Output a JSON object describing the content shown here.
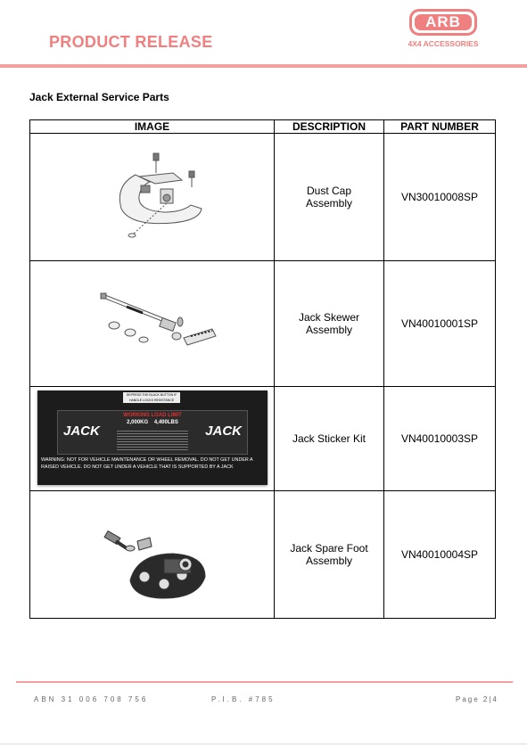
{
  "header": {
    "title": "PRODUCT RELEASE",
    "logo_text": "ARB",
    "logo_subtext": "4X4 ACCESSORIES",
    "accent_color": "#f08080"
  },
  "section_title": "Jack External Service Parts",
  "table": {
    "columns": [
      "IMAGE",
      "DESCRIPTION",
      "PART NUMBER"
    ],
    "rows": [
      {
        "description": "Dust Cap Assembly",
        "part_number": "VN30010008SP"
      },
      {
        "description": "Jack Skewer Assembly",
        "part_number": "VN40010001SP"
      },
      {
        "description": "Jack Sticker Kit",
        "part_number": "VN40010003SP"
      },
      {
        "description": "Jack Spare Foot Assembly",
        "part_number": "VN40010004SP"
      }
    ]
  },
  "sticker": {
    "top_label": "DEPRESS THE BLACK BUTTON IF HANDLE LOCKS RESISTANCE",
    "load_label": "WORKING LOAD LIMIT",
    "load_value": "2,000KG    4,400LBS",
    "brand": "JACK",
    "warning": "WARNING: NOT FOR VEHICLE MAINTENANCE OR WHEEL REMOVAL. DO NOT GET UNDER A RAISED VEHICLE. DO NOT GET UNDER A VEHICLE THAT IS SUPPORTED BY A JACK"
  },
  "footer": {
    "abn": "ABN 31 006 708 756",
    "pib": "P.I.B. #785",
    "page": "Page 2|4"
  }
}
